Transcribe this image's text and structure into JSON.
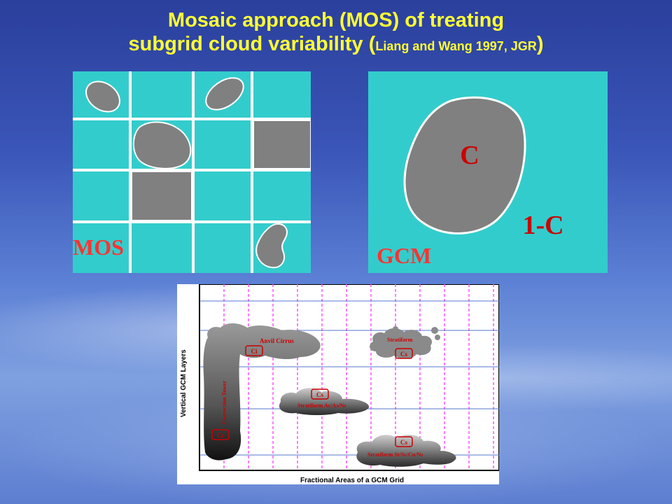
{
  "title": {
    "line1": "Mosaic approach (MOS) of treating",
    "line2_main": "subgrid cloud variability ",
    "line2_open": "(",
    "line2_cite": "Liang and Wang 1997, JGR",
    "line2_close": ")"
  },
  "mos_panel": {
    "label": "MOS",
    "bg_color": "#33cccc",
    "cloud_color": "#808080",
    "label_color": "#ff3333"
  },
  "gcm_panel": {
    "label": "GCM",
    "cloud_label": "C",
    "clear_label": "1-C",
    "cloud_label_color": "#cc0000",
    "clear_label_color": "#cc0000",
    "label_color": "#ff3333"
  },
  "diagram": {
    "y_axis_label": "Vertical GCM Layers",
    "x_axis_label": "Fractional Areas of a GCM Grid",
    "clouds": [
      {
        "name": "Anvil Cirrus",
        "code": "Ci"
      },
      {
        "name": "Stratiform",
        "code": "Cs"
      },
      {
        "name": "Convection Tower",
        "code": "Cc"
      },
      {
        "name": "Stratiform Ac/As/Ns",
        "code": "Cs"
      },
      {
        "name": "Stratiform St/Sc/Cu/Ns",
        "code": "Cs"
      }
    ]
  }
}
